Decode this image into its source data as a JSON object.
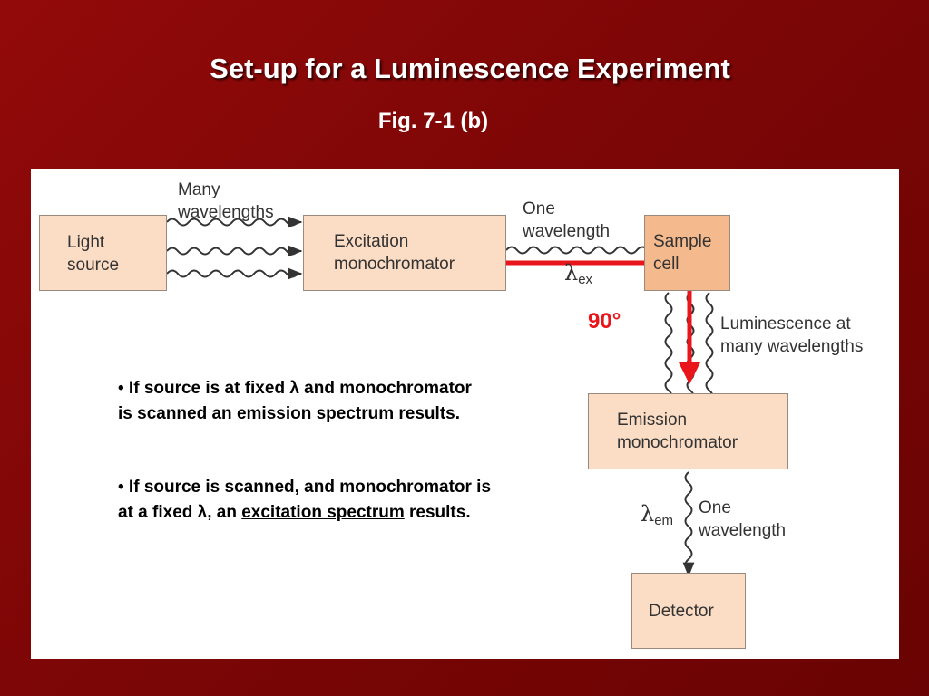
{
  "title": "Set-up for a Luminescence Experiment",
  "caption": "Fig. 7-1 (b)",
  "diagram": {
    "light_source": [
      "Light",
      "source"
    ],
    "excitation": [
      "Excitation",
      "monochromator"
    ],
    "sample": [
      "Sample",
      "cell"
    ],
    "emission": [
      "Emission",
      "monochromator"
    ],
    "detector": "Detector",
    "many_wavelengths": [
      "Many",
      "wavelengths"
    ],
    "one_wavelength_top": [
      "One",
      "wavelength"
    ],
    "lambda_ex_symbol": "λ",
    "lambda_ex_sub": "ex",
    "luminescence": [
      "Luminescence at",
      "many wavelengths"
    ],
    "angle": "90°",
    "lambda_em_symbol": "λ",
    "lambda_em_sub": "em",
    "one_wavelength_bottom": [
      "One",
      "wavelength"
    ],
    "highlight_color": "#e8151b"
  },
  "bullets": [
    {
      "lead": "• If source is at fixed λ and monochromator is scanned an ",
      "term": "emission spectrum",
      "tail": " results."
    },
    {
      "lead": "• If source is scanned, and monochromator is at a fixed λ, an ",
      "term": "excitation spectrum",
      "tail": " results."
    }
  ]
}
